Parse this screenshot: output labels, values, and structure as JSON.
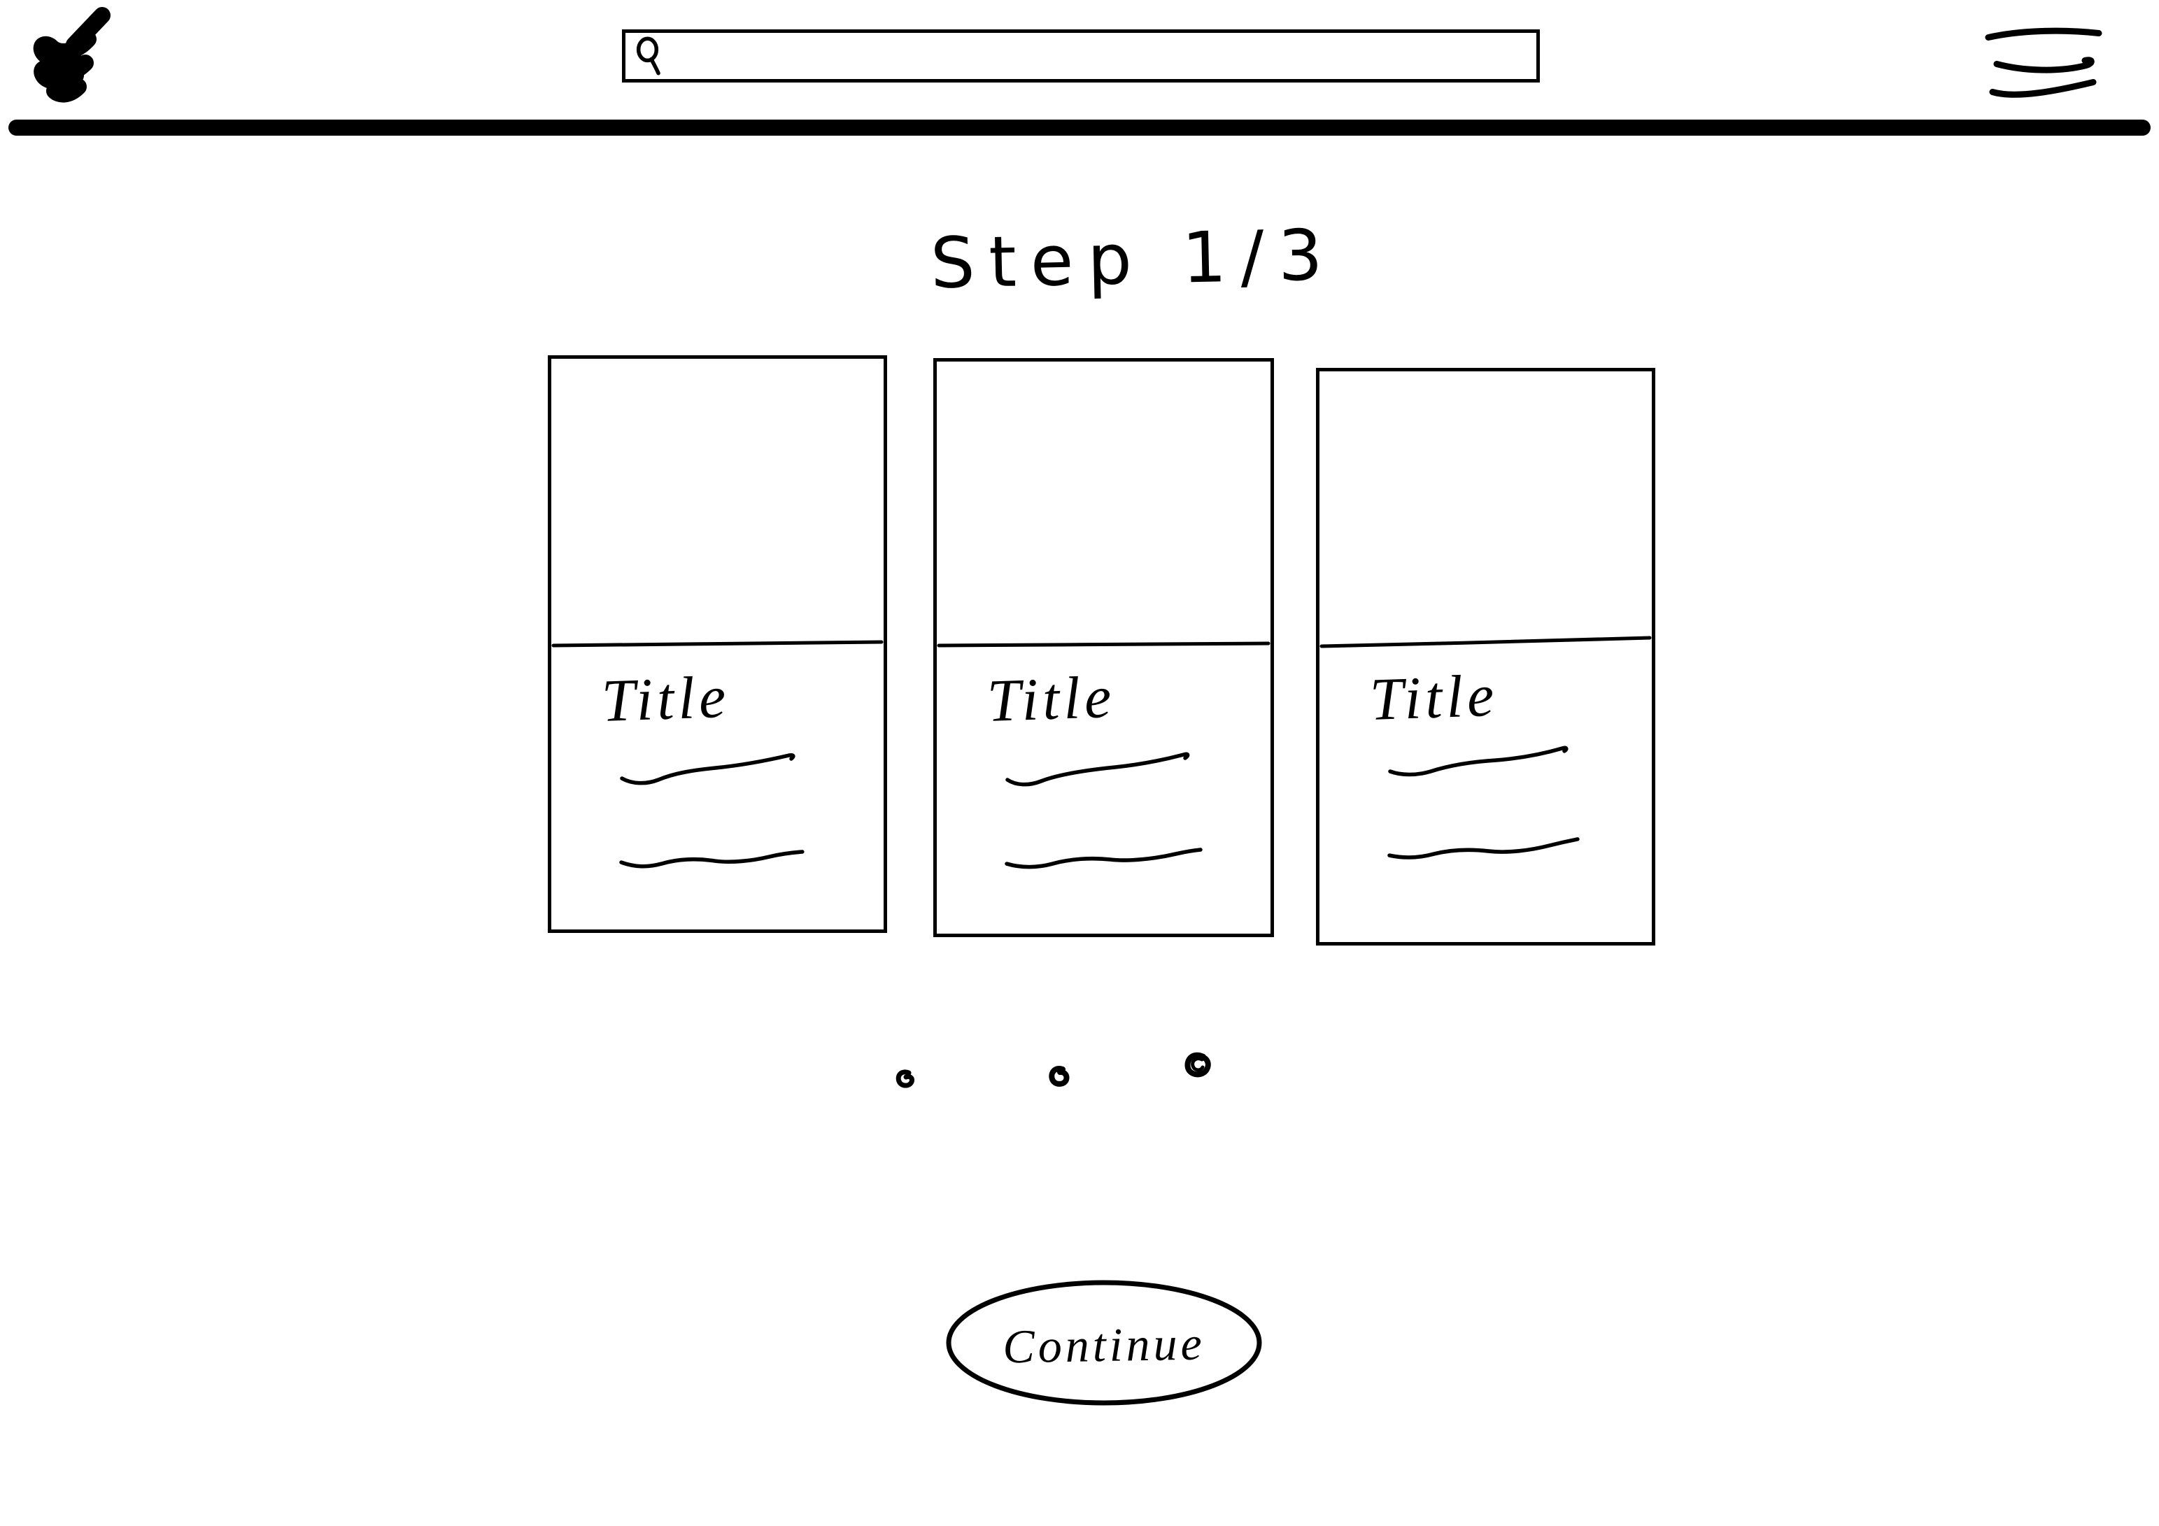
{
  "page": {
    "background": "#ffffff",
    "ink": "#000000",
    "style": "hand-drawn-wireframe"
  },
  "header": {
    "logo": {
      "icon": "logo-scribble-icon"
    },
    "search": {
      "icon": "search-icon",
      "placeholder": "",
      "value": ""
    },
    "menu": {
      "icon": "hamburger-menu-icon"
    }
  },
  "main": {
    "step_indicator": "Step 1/3",
    "step_current": 1,
    "step_total": 3,
    "cards": [
      {
        "title": "Title",
        "image_placeholder": "empty",
        "description_placeholder_lines": 2
      },
      {
        "title": "Title",
        "image_placeholder": "empty",
        "description_placeholder_lines": 2
      },
      {
        "title": "Title",
        "image_placeholder": "empty",
        "description_placeholder_lines": 2
      }
    ],
    "carousel_dots": 3,
    "continue_label": "Continue"
  }
}
